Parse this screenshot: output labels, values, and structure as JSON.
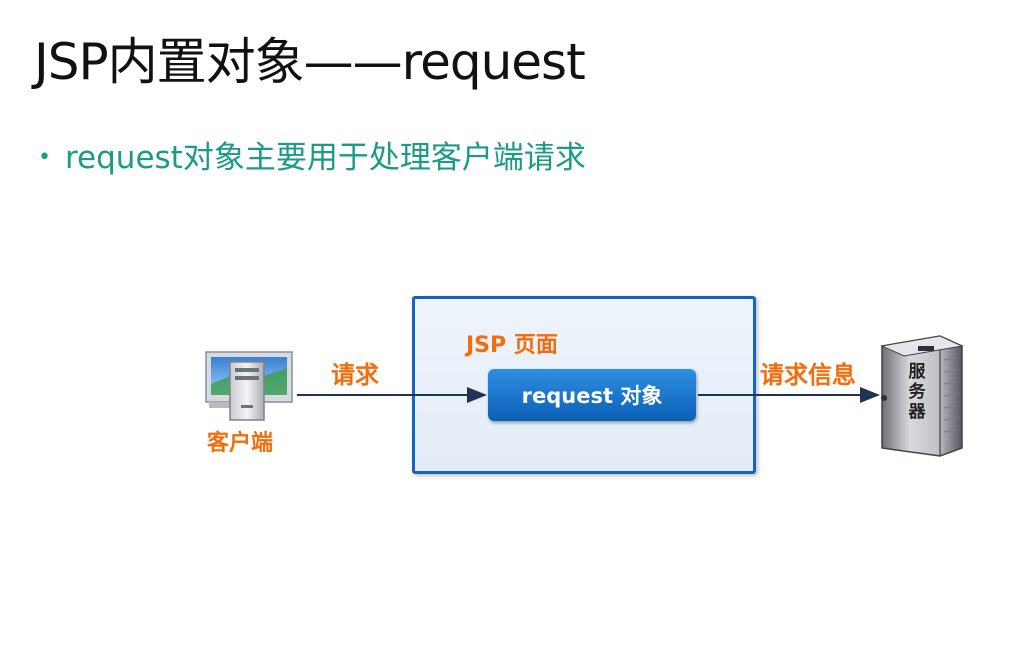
{
  "slide": {
    "title": "JSP内置对象——request",
    "bullet": "request对象主要用于处理客户端请求"
  },
  "diagram": {
    "client_label": "客户端",
    "request_label": "请求",
    "jsp_page_label": "JSP 页面",
    "request_object_label": "request 对象",
    "request_info_label": "请求信息",
    "server_chars": [
      "服",
      "务",
      "器"
    ]
  },
  "colors": {
    "title": "#111111",
    "bullet": "#1a9b86",
    "label": "#f26d0c",
    "box_border": "#1565c0",
    "object_fill": "#0b5fb8"
  }
}
